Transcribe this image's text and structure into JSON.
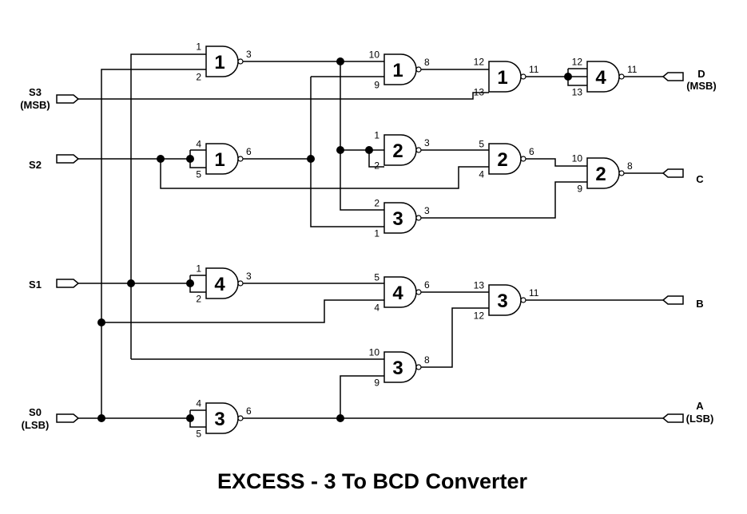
{
  "title": "EXCESS - 3 To BCD Converter",
  "inputs": [
    {
      "id": "s3",
      "lines": [
        "S3",
        "(MSB)"
      ]
    },
    {
      "id": "s2",
      "lines": [
        "S2"
      ]
    },
    {
      "id": "s1",
      "lines": [
        "S1"
      ]
    },
    {
      "id": "s0",
      "lines": [
        "S0",
        "(LSB)"
      ]
    }
  ],
  "outputs": [
    {
      "id": "d",
      "lines": [
        "D",
        "(MSB)"
      ]
    },
    {
      "id": "c",
      "lines": [
        "C"
      ]
    },
    {
      "id": "b",
      "lines": [
        "B"
      ]
    },
    {
      "id": "a",
      "lines": [
        "A",
        "(LSB)"
      ]
    }
  ],
  "gates": [
    {
      "id": "c1-g1",
      "label": "1",
      "in_pins": [
        "1",
        "2"
      ],
      "out_pin": "3"
    },
    {
      "id": "c1-g2",
      "label": "1",
      "in_pins": [
        "4",
        "5"
      ],
      "out_pin": "6"
    },
    {
      "id": "c1-g3",
      "label": "4",
      "in_pins": [
        "1",
        "2"
      ],
      "out_pin": "3"
    },
    {
      "id": "c1-g4",
      "label": "3",
      "in_pins": [
        "4",
        "5"
      ],
      "out_pin": "6"
    },
    {
      "id": "c2-g1",
      "label": "1",
      "in_pins": [
        "10",
        "9"
      ],
      "out_pin": "8"
    },
    {
      "id": "c2-g2",
      "label": "2",
      "in_pins": [
        "1",
        "2"
      ],
      "out_pin": "3"
    },
    {
      "id": "c2-g3",
      "label": "3",
      "in_pins": [
        "2",
        "1"
      ],
      "out_pin": "3"
    },
    {
      "id": "c2-g4",
      "label": "4",
      "in_pins": [
        "5",
        "4"
      ],
      "out_pin": "6"
    },
    {
      "id": "c2-g5",
      "label": "3",
      "in_pins": [
        "10",
        "9"
      ],
      "out_pin": "8"
    },
    {
      "id": "c3-g1",
      "label": "1",
      "in_pins": [
        "12",
        "13"
      ],
      "out_pin": "11"
    },
    {
      "id": "c3-g2",
      "label": "2",
      "in_pins": [
        "5",
        "4"
      ],
      "out_pin": "6"
    },
    {
      "id": "c3-g3",
      "label": "3",
      "in_pins": [
        "13",
        "12"
      ],
      "out_pin": "11"
    },
    {
      "id": "c4-g1",
      "label": "4",
      "in_pins": [
        "12",
        "13"
      ],
      "out_pin": "11"
    },
    {
      "id": "c4-g2",
      "label": "2",
      "in_pins": [
        "10",
        "9"
      ],
      "out_pin": "8"
    }
  ]
}
